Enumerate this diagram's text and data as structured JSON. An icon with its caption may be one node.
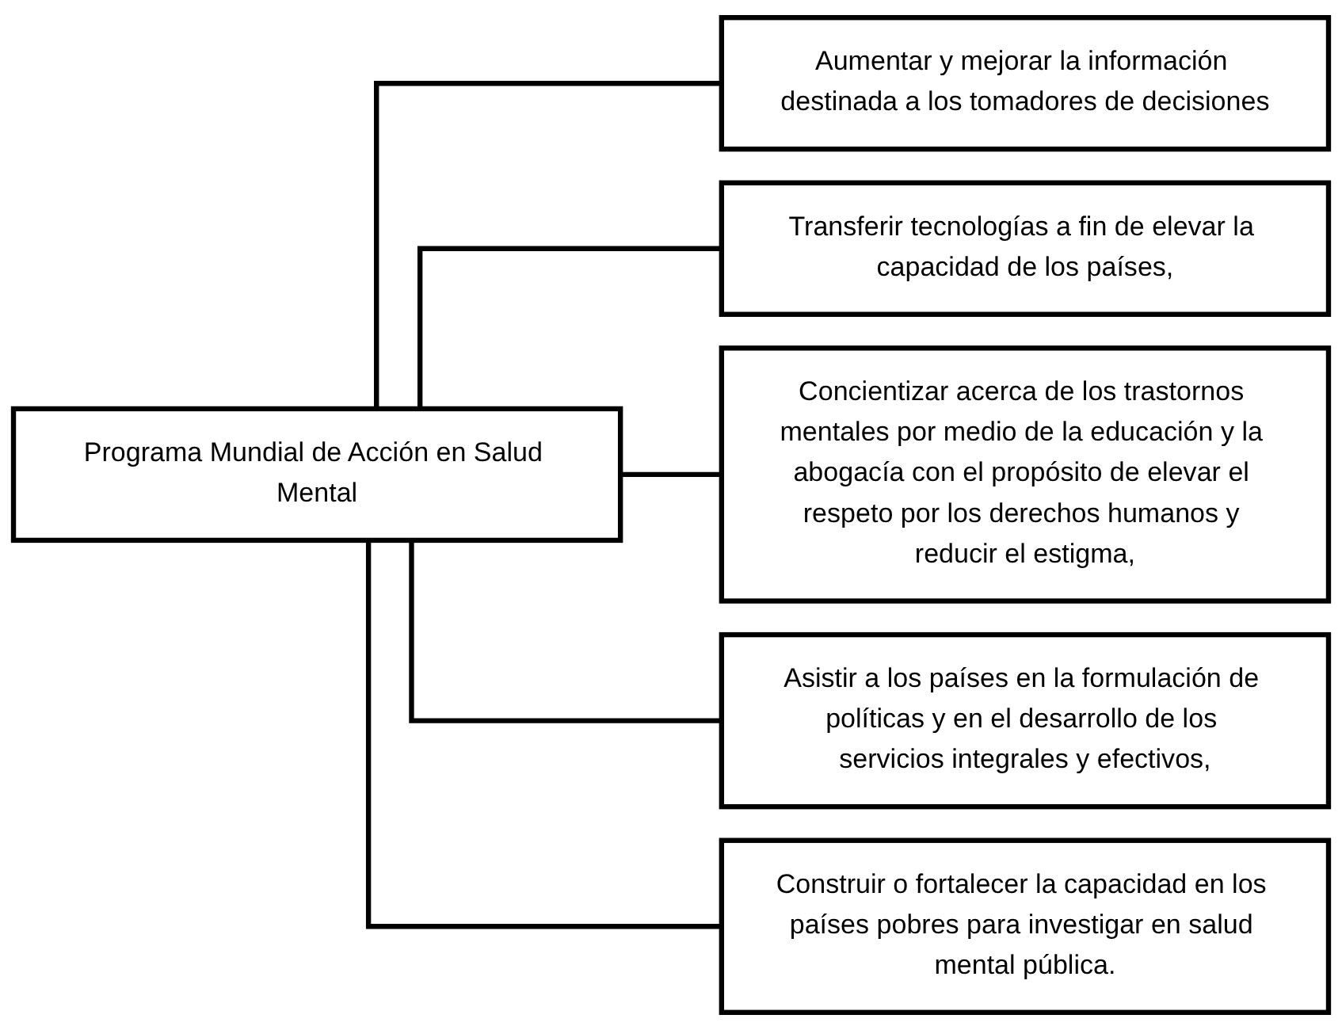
{
  "diagram": {
    "nodes": [
      {
        "text": [
          "Programa Mundial de Acción en Salud Mental"
        ]
      },
      {
        "text": [
          "Aumentar y mejorar la información destinada a los tomadores de decisiones"
        ]
      },
      {
        "text": [
          "Transferir tecnologías a fin de elevar la capacidad de los países,"
        ]
      },
      {
        "text": [
          "Concientizar acerca de los trastornos mentales por medio de la educación y la abogacía con el propósito de elevar el respeto por los derechos humanos y reducir el estigma,"
        ]
      },
      {
        "text": [
          "Asistir a los países en la formulación de políticas y en el desarrollo de los servicios integrales y efectivos,"
        ]
      },
      {
        "text": [
          "Construir o fortalecer la capacidad en los países pobres para investigar en salud mental pública."
        ]
      }
    ],
    "edges": [
      {
        "from": 0,
        "to": 1,
        "arrow": "none"
      },
      {
        "from": 0,
        "to": 2,
        "arrow": "none"
      },
      {
        "from": 0,
        "to": 3,
        "arrow": "none"
      },
      {
        "from": 0,
        "to": 4,
        "arrow": "none"
      },
      {
        "from": 0,
        "to": 5,
        "arrow": "none"
      }
    ]
  }
}
